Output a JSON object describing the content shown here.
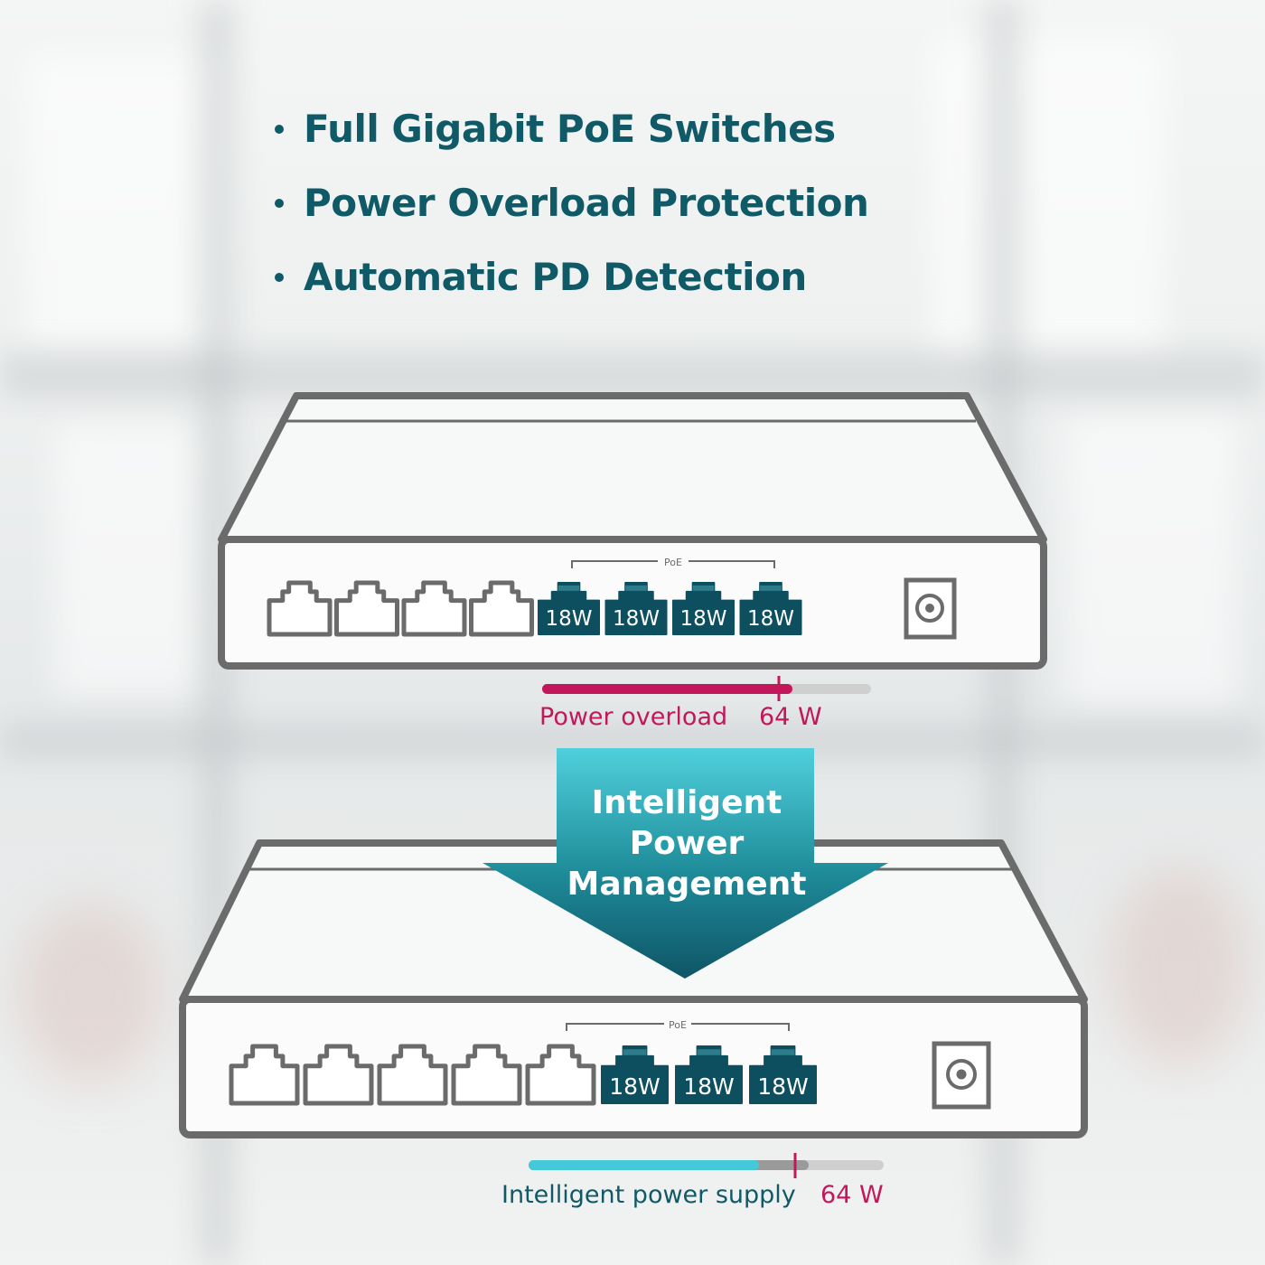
{
  "features": [
    "Full Gigabit PoE Switches",
    "Power Overload Protection",
    "Automatic PD Detection"
  ],
  "top_switch": {
    "poe_label": "PoE",
    "ports": [
      "",
      "",
      "",
      "",
      "18W",
      "18W",
      "18W",
      "18W"
    ],
    "meter_label": "Power overload",
    "budget_label": "64 W",
    "load_fraction": 0.76,
    "budget_fraction": 0.72
  },
  "arrow": {
    "lines": [
      "Intelligent",
      "Power",
      "Management"
    ]
  },
  "bottom_switch": {
    "poe_label": "PoE",
    "ports": [
      "",
      "",
      "",
      "",
      "",
      "18W",
      "18W",
      "18W"
    ],
    "meter_label": "Intelligent power supply",
    "budget_label": "64 W",
    "load_fraction": 0.65,
    "budget_fraction": 0.75
  },
  "colors": {
    "heading": "#0f5a66",
    "overload": "#c2185b",
    "supply": "#45c8d8",
    "port_active": "#0d4f5e",
    "outline": "#6b6b6b"
  }
}
